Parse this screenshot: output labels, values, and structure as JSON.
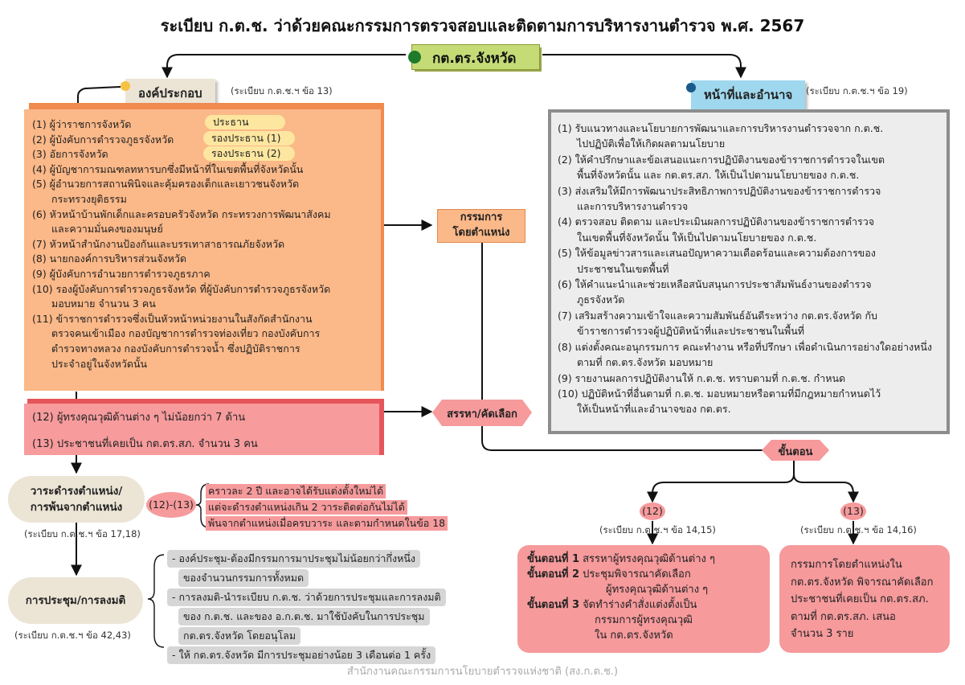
{
  "title": "ระเบียบ ก.ต.ช. ว่าด้วยคณะกรรมการตรวจสอบและติดตามการบริหารงานตำรวจ พ.ศ. 2567",
  "center_node": {
    "label": "กต.ตร.จังหวัด",
    "dot_color": "#1e7b2a",
    "bg": "#c5db76"
  },
  "composition": {
    "header": "องค์ประกอบ",
    "ref": "(ระเบียบ ก.ต.ช.ฯ ข้อ 13)",
    "items": [
      [
        "(1) ผู้ว่าราชการจังหวัด"
      ],
      [
        "(2) ผู้บังคับการตำรวจภูธรจังหวัด"
      ],
      [
        "(3) อัยการจังหวัด"
      ],
      [
        "(4) ผู้บัญชาการมณฑลทหารบกซึ่งมีหน้าที่ในเขตพื้นที่จังหวัดนั้น"
      ],
      [
        "(5) ผู้อำนวยการสถานพินิจและคุ้มครองเด็กและเยาวชนจังหวัด",
        "กระทรวงยุติธรรม"
      ],
      [
        "(6) หัวหน้าบ้านพักเด็กและครอบครัวจังหวัด กระทรวงการพัฒนาสังคม",
        "และความมั่นคงของมนุษย์"
      ],
      [
        "(7) หัวหน้าสำนักงานป้องกันและบรรเทาสาธารณภัยจังหวัด"
      ],
      [
        "(8) นายกองค์การบริหารส่วนจังหวัด"
      ],
      [
        "(9) ผู้บังคับการอำนวยการตำรวจภูธรภาค"
      ],
      [
        "(10)  รองผู้บังคับการตำรวจภูธรจังหวัด ที่ผู้บังคับการตำรวจภูธรจังหวัด",
        "มอบหมาย จำนวน 3 คน"
      ],
      [
        "(11) ข้าราชการตำรวจซึ่งเป็นหัวหน้าหน่วยงานในสังกัดสำนักงาน",
        "ตรวจคนเข้าเมือง กองบัญชาการตำรวจท่องเที่ยว กองบังคับการ",
        "ตำรวจทางหลวง กองบังคับการตำรวจน้ำ ซึ่งปฏิบัติราชการ",
        "ประจำอยู่ในจังหวัดนั้น"
      ]
    ],
    "roles": [
      "ประธาน",
      "รองประธาน (1)",
      "รองประธาน (2)"
    ],
    "bg": "#fbb888"
  },
  "ex_officio": {
    "label": "กรรมการ\nโดยตำแหน่ง",
    "bg": "#fbb888"
  },
  "selected_members": {
    "items": [
      "(12) ผู้ทรงคุณวุฒิด้านต่าง ๆ ไม่น้อยกว่า 7 ด้าน",
      "(13) ประชาชนที่เคยเป็น กต.ตร.สภ. จำนวน 3 คน"
    ],
    "bg": "#f79b9d"
  },
  "recruit": {
    "label": "สรรหา/คัดเลือก",
    "bg": "#f69a9c"
  },
  "duties": {
    "header": "หน้าที่และอำนาจ",
    "ref": "(ระเบียบ ก.ต.ช.ฯ ข้อ 19)",
    "dot_color": "#1a5a8a",
    "bg": "#9fd8ee",
    "items": [
      [
        "(1) รับแนวทางและนโยบายการพัฒนาและการบริหารงานตำรวจจาก ก.ต.ช.",
        "ไปปฏิบัติเพื่อให้เกิดผลตามนโยบาย"
      ],
      [
        "(2) ให้คำปรึกษาและข้อเสนอแนะการปฏิบัติงานของข้าราชการตำรวจในเขต",
        "พื้นที่จังหวัดนั้น และ กต.ตร.สภ. ให้เป็นไปตามนโยบายของ ก.ต.ช."
      ],
      [
        "(3) ส่งเสริมให้มีการพัฒนาประสิทธิภาพการปฏิบัติงานของข้าราชการตำรวจ",
        "และการบริหารงานตำรวจ"
      ],
      [
        "(4) ตรวจสอบ ติดตาม และประเมินผลการปฏิบัติงานของข้าราชการตำรวจ",
        "ในเขตพื้นที่จังหวัดนั้น  ให้เป็นไปตามนโยบายของ ก.ต.ช."
      ],
      [
        "(5) ให้ข้อมูลข่าวสารและเสนอปัญหาความเดือดร้อนและความต้องการของ",
        "ประชาชนในเขตพื้นที่"
      ],
      [
        "(6) ให้คำแนะนำและช่วยเหลือสนับสนุนการประชาสัมพันธ์งานของตำรวจ",
        "ภูธรจังหวัด"
      ],
      [
        "(7) เสริมสร้างความเข้าใจและความสัมพันธ์อันดีระหว่าง กต.ตร.จังหวัด กับ",
        "ข้าราชการตำรวจผู้ปฏิบัติหน้าที่และประชาชนในพื้นที่"
      ],
      [
        "(8)  แต่งตั้งคณะอนุกรรมการ คณะทำงาน หรือที่ปรึกษา เพื่อดำเนินการอย่างใดอย่างหนึ่ง",
        "ตามที่ กต.ตร.จังหวัด มอบหมาย"
      ],
      [
        "(9) รายงานผลการปฏิบัติงานให้ ก.ต.ช. ทราบตามที่ ก.ต.ช. กำหนด"
      ],
      [
        "(10) ปฏิบัติหน้าที่อื่นตามที่ ก.ต.ช. มอบหมายหรือตามที่มีกฎหมายกำหนดไว้",
        "ให้เป็นหน้าที่และอำนาจของ กต.ตร."
      ]
    ]
  },
  "procedure": {
    "label": "ขั้นตอน",
    "bg": "#f69a9c"
  },
  "p12": {
    "num": "(12)",
    "ref": "(ระเบียบ ก.ต.ช.ฯ ข้อ 14,15)",
    "steps": [
      {
        "bold": "ขั้นตอนที่ 1",
        "lines": [
          "สรรหาผู้ทรงคุณวุฒิด้านต่าง ๆ"
        ]
      },
      {
        "bold": "ขั้นตอนที่ 2",
        "lines": [
          "ประชุมพิจารณาคัดเลือก",
          "ผู้ทรงคุณวุฒิด้านต่าง ๆ"
        ]
      },
      {
        "bold": "ขั้นตอนที่ 3",
        "lines": [
          "จัดทำร่างคำสั่งแต่งตั้งเป็น",
          "กรรมการผู้ทรงคุณวุฒิ",
          "ใน กต.ตร.จังหวัด"
        ]
      }
    ]
  },
  "p13": {
    "num": "(13)",
    "ref": "(ระเบียบ ก.ต.ช.ฯ ข้อ 14,16)",
    "lines": [
      "กรรมการโดยตำแหน่งใน",
      "กต.ตร.จังหวัด พิจารณาคัดเลือก",
      "ประชาชนที่เคยเป็น กต.ตร.สภ.",
      "ตามที่ กต.ตร.สภ. เสนอ",
      "จำนวน 3 ราย"
    ]
  },
  "term": {
    "label": "วาระดำรงตำแหน่ง/\nการพ้นจากตำแหน่ง",
    "ref": "(ระเบียบ ก.ต.ช.ฯ ข้อ 17,18)",
    "range": "(12)-(13)",
    "lines": [
      "คราวละ 2 ปี และอาจได้รับแต่งตั้งใหม่ได้",
      "แต่จะดำรงตำแหน่งเกิน 2 วาระติดต่อกันไม่ได้",
      "พ้นจากตำแหน่งเมื่อครบวาระ และตามกำหนดในข้อ 18"
    ]
  },
  "meeting": {
    "label": "การประชุม/การลงมติ",
    "ref": "(ระเบียบ ก.ต.ช.ฯ ข้อ 42,43)",
    "bullets": [
      [
        "- องค์ประชุม-ต้องมีกรรมการมาประชุมไม่น้อยกว่ากึ่งหนึ่ง",
        "ของจำนวนกรรมการทั้งหมด"
      ],
      [
        "- การลงมติ-นำระเบียบ ก.ต.ช. ว่าด้วยการประชุมและการลงมติ",
        "ของ ก.ต.ช. และของ อ.ก.ต.ช. มาใช้บังคับในการประชุม",
        "กต.ตร.จังหวัด โดยอนุโลม"
      ],
      [
        "- ให้ กต.ตร.จังหวัด มีการประชุมอย่างน้อย 3 เดือนต่อ 1 ครั้ง"
      ]
    ]
  },
  "footer": "สำนักงานคณะกรรมการนโยบายตำรวจแห่งชาติ (สง.ก.ต.ช.)"
}
